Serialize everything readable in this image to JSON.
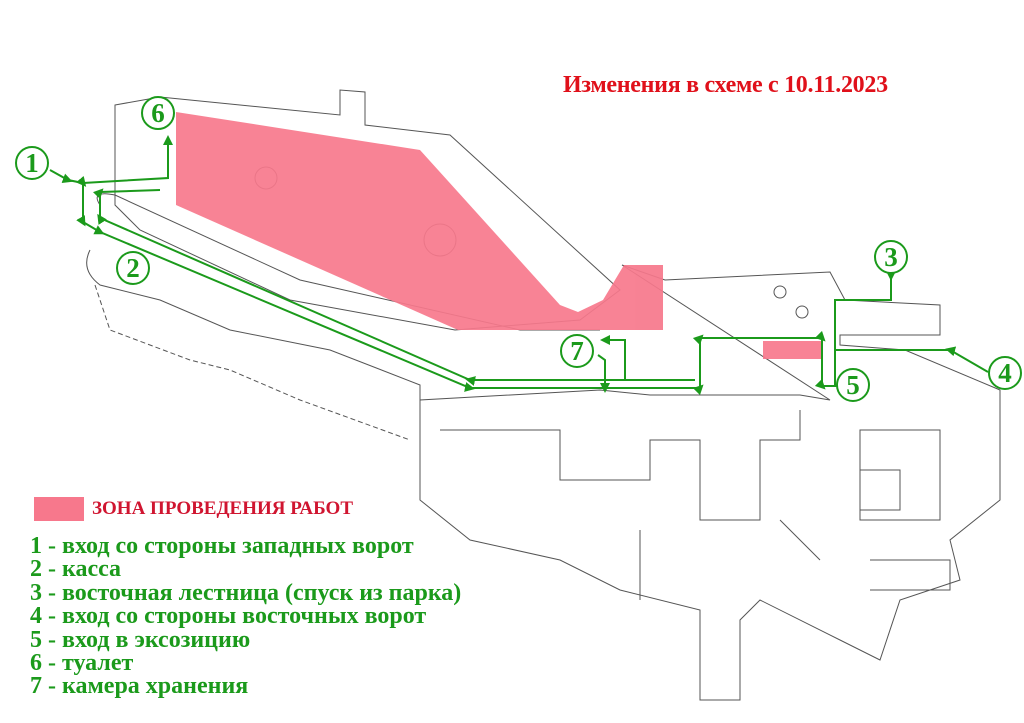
{
  "title": "Изменения в схеме с 10.11.2023",
  "zone_label": "ЗОНА ПРОВЕДЕНИЯ РАБОТ",
  "colors": {
    "zone": "#f7788c",
    "route": "#1b9a1b",
    "title": "#e0101a"
  },
  "markers": [
    "1",
    "2",
    "3",
    "4",
    "5",
    "6",
    "7"
  ],
  "legend": [
    "1 - вход со стороны западных ворот",
    "2 - касса",
    "3 - восточная лестница (спуск из парка)",
    "4 - вход со стороны восточных ворот",
    "5 - вход в эксозицию",
    "6 - туалет",
    "7 - камера хранения"
  ]
}
